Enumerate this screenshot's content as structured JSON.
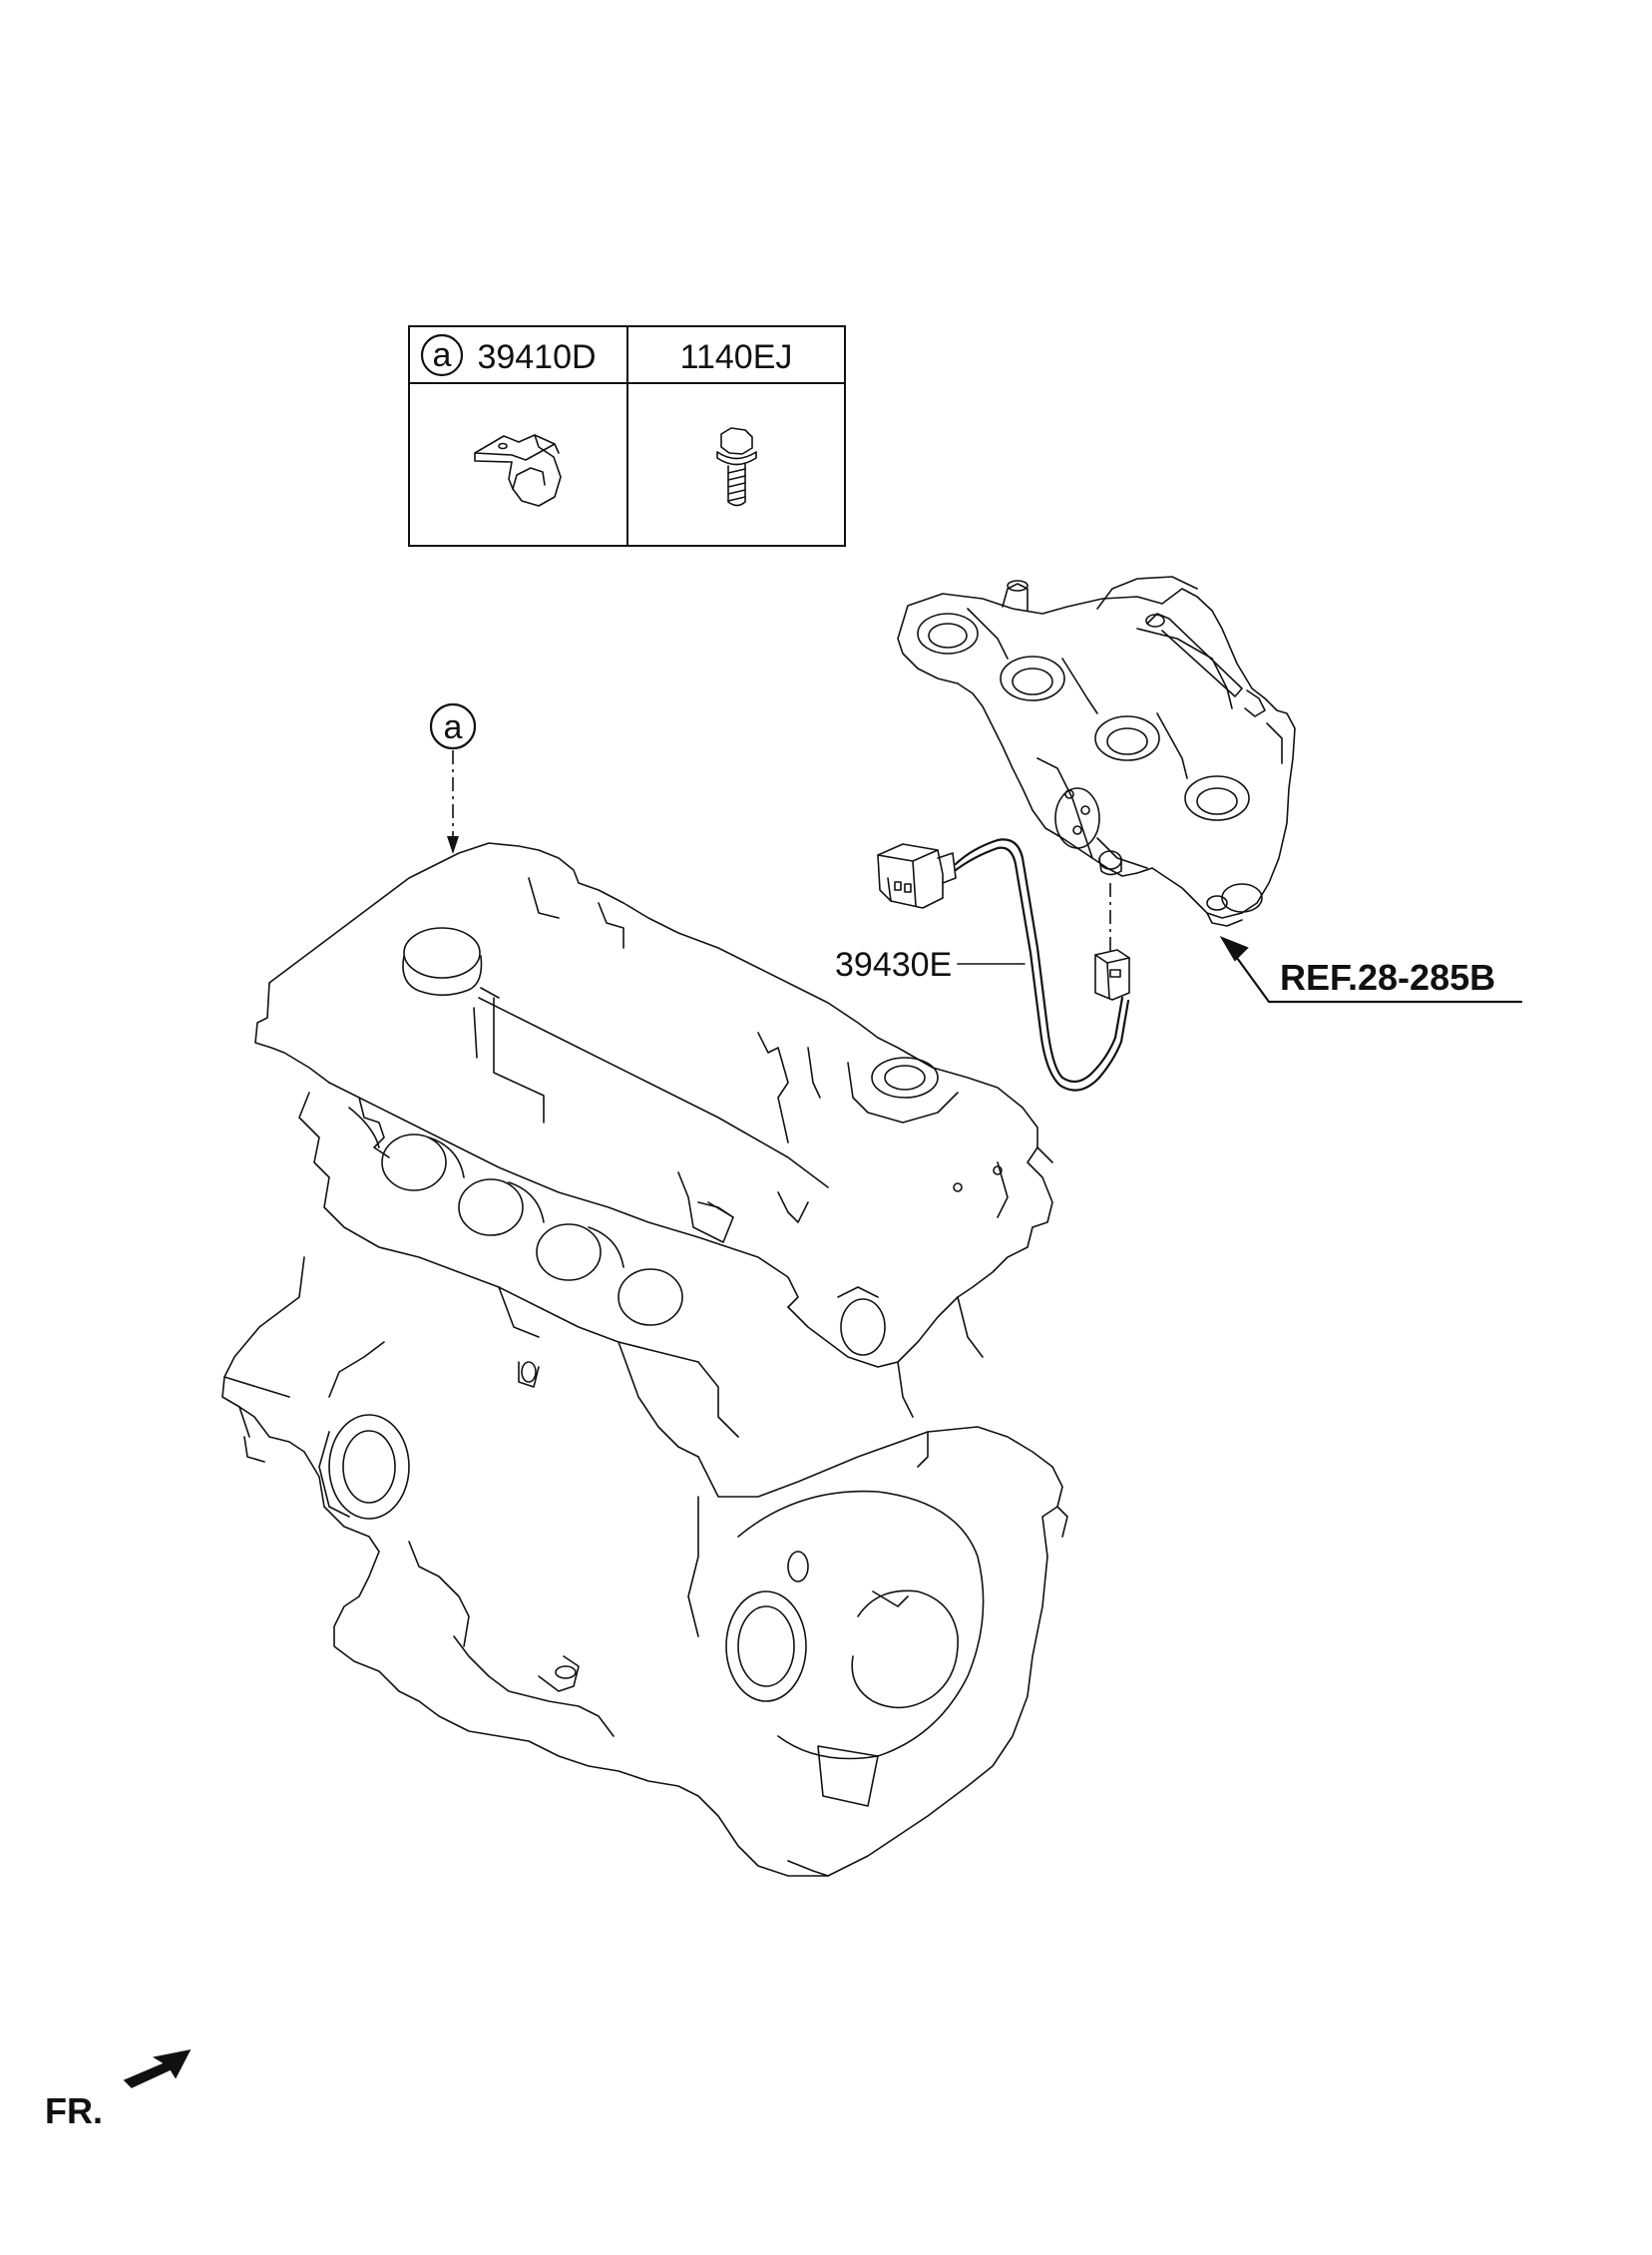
{
  "parts_table": {
    "callout_letter": "a",
    "columns": [
      {
        "part_number": "39410D",
        "icon": "bracket-icon"
      },
      {
        "part_number": "1140EJ",
        "icon": "bolt-icon"
      }
    ]
  },
  "callouts": {
    "engine_letter": "a"
  },
  "labels": {
    "sensor_part": "39430E",
    "reference": "REF.28-285B",
    "front_indicator": "FR."
  },
  "colors": {
    "line": "#111111",
    "background": "#ffffff"
  }
}
